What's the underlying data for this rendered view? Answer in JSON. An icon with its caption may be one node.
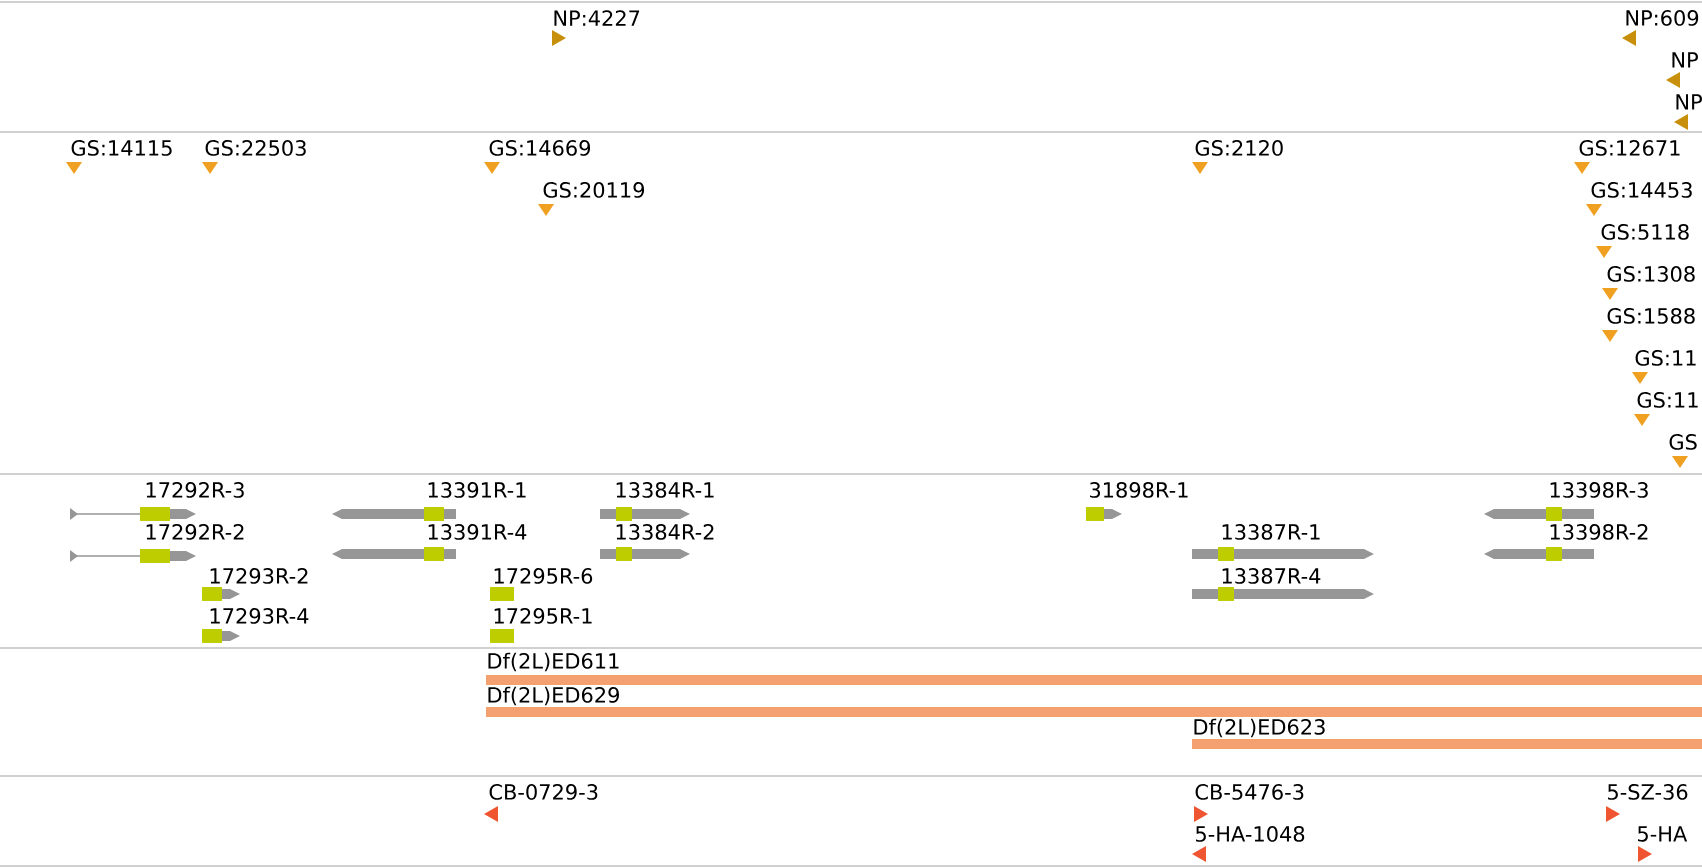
{
  "diagram": {
    "labels": [
      "NP:4227",
      "NP:609",
      "NP",
      "NP",
      "GS:14115",
      "GS:22503",
      "GS:14669",
      "GS:2120",
      "GS:12671",
      "GS:20119",
      "GS:14453",
      "GS:5118",
      "GS:1308",
      "GS:1588",
      "GS:11",
      "GS:11",
      "GS",
      "17292R-3",
      "13391R-1",
      "13384R-1",
      "31898R-1",
      "13398R-3",
      "17292R-2",
      "13391R-4",
      "13384R-2",
      "13387R-1",
      "13398R-2",
      "17293R-2",
      "17295R-6",
      "13387R-4",
      "17293R-4",
      "17295R-1",
      "Df(2L)ED611",
      "Df(2L)ED629",
      "Df(2L)ED623",
      "CB-0729-3",
      "CB-5476-3",
      "5-SZ-36",
      "5-HA-1048",
      "5-HA"
    ]
  }
}
